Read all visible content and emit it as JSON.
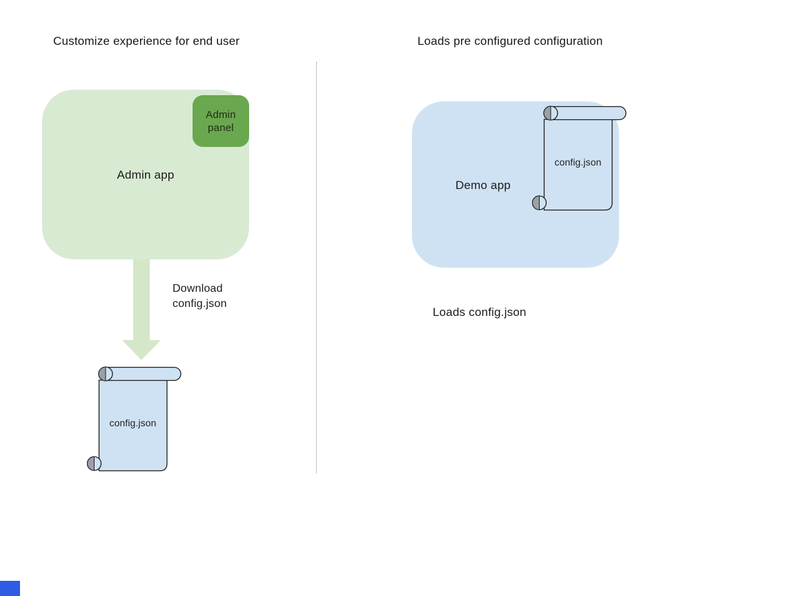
{
  "left_section": {
    "title": "Customize experience for end user",
    "admin_app": {
      "label": "Admin app",
      "panel_label": "Admin panel"
    },
    "arrow_label": "Download config.json",
    "file": {
      "label": "config.json"
    }
  },
  "right_section": {
    "title": "Loads pre configured configuration",
    "demo_app": {
      "label": "Demo app"
    },
    "file": {
      "label": "config.json"
    },
    "caption": "Loads config.json"
  },
  "icons": {
    "download_arrow": "down-arrow",
    "file_scroll": "scroll-document"
  },
  "colors": {
    "admin_app_fill": "#d9ead3",
    "admin_panel_fill": "#6aa84f",
    "arrow_fill": "#d4e7c8",
    "file_fill": "#cfe2f3",
    "demo_app_fill": "#cfe2f3",
    "divider": "#8f8f8f",
    "corner_artifact": "#2d5ce5"
  }
}
